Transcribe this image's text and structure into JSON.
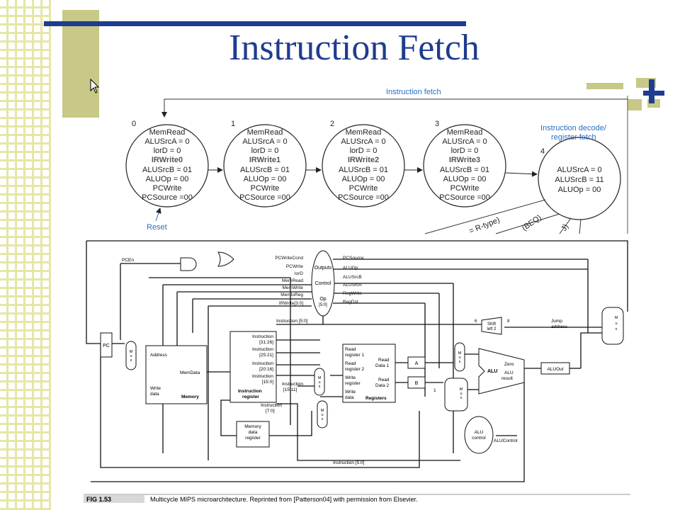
{
  "slide": {
    "title": "Instruction Fetch"
  },
  "state_diagram": {
    "header": "Instruction fetch",
    "decode_label_line1": "Instruction decode/",
    "decode_label_line2": "register fetch",
    "reset_label": "Reset",
    "states": [
      {
        "num": "0",
        "lines": [
          "MemRead",
          "ALUSrcA = 0",
          "lorD = 0",
          "IRWrite0",
          "ALUSrcB = 01",
          "ALUOp = 00",
          "PCWrite",
          "PCSource =00"
        ]
      },
      {
        "num": "1",
        "lines": [
          "MemRead",
          "ALUSrcA = 0",
          "lorD = 0",
          "IRWrite1",
          "ALUSrcB = 01",
          "ALUOp = 00",
          "PCWrite",
          "PCSource =00"
        ]
      },
      {
        "num": "2",
        "lines": [
          "MemRead",
          "ALUSrcA = 0",
          "lorD = 0",
          "IRWrite2",
          "ALUSrcB = 01",
          "ALUOp = 00",
          "PCWrite",
          "PCSource =00"
        ]
      },
      {
        "num": "3",
        "lines": [
          "MemRead",
          "ALUSrcA = 0",
          "lorD = 0",
          "IRWrite3",
          "ALUSrcB = 01",
          "ALUOp = 00",
          "PCWrite",
          "PCSource =00"
        ]
      },
      {
        "num": "4",
        "lines": [
          "ALUSrcA = 0",
          "ALUSrcB = 11",
          "ALUOp = 00"
        ]
      }
    ],
    "branch_labels": [
      "= R-type)",
      "(BEQ)",
      "J)"
    ]
  },
  "datapath": {
    "control_signals_left": [
      "PCWriteCond",
      "PCWrite",
      "IorD",
      "MemRead",
      "MemWrite",
      "MemtoReg",
      "IRWrite[3:0]"
    ],
    "control_signals_right": [
      "PCSource",
      "ALUOp",
      "ALUSrcB",
      "ALUSrcA",
      "RegWrite",
      "RegDst"
    ],
    "control_unit": {
      "outputs": "Outputs",
      "control": "Control",
      "op": "Op",
      "op_bits": "[5:0]"
    },
    "pc": "PC",
    "pcen": "PCEn",
    "memory": {
      "address": "Address",
      "memdata": "MemData",
      "write": "Write",
      "data": "data",
      "name": "Memory"
    },
    "instruction_register": {
      "fields": [
        "Instruction",
        "[31:26]",
        "Instruction",
        "[25:21]",
        "Instruction",
        "[20:16]",
        "Instruction",
        "[15:0]"
      ],
      "name_line1": "Instruction",
      "name_line2": "register",
      "field_7_0": "Instruction",
      "field_7_0_bits": "[7:0]",
      "field_15_11": "Instruction",
      "field_15_11_bits": "[15:11]"
    },
    "instruction_5_0_top": "Instruction [5:0]",
    "instruction_5_0_bottom": "Instruction [5:0]",
    "memory_data_register": [
      "Memory",
      "data",
      "register"
    ],
    "registers": {
      "read_reg1": [
        "Read",
        "register 1"
      ],
      "read_reg2": [
        "Read",
        "register 2"
      ],
      "write_reg": [
        "Write",
        "register"
      ],
      "write_data": [
        "Write",
        "data"
      ],
      "read_data1": [
        "Read",
        "Data 1"
      ],
      "read_data2": [
        "Read",
        "Data 2"
      ],
      "name": "Registers"
    },
    "reg_a": "A",
    "reg_b": "B",
    "shift_left": [
      "Shift",
      "left 2"
    ],
    "shift_bits_in": "6",
    "shift_bits_out": "8",
    "jump_address": [
      "Jump",
      "address"
    ],
    "alu": {
      "name": "ALU",
      "zero": "Zero",
      "result_line1": "ALU",
      "result_line2": "result"
    },
    "aluout": "ALUOut",
    "alu_control": [
      "ALU",
      "control"
    ],
    "alucontrol_signal": "ALUControl",
    "const_1": "1",
    "mux_letters": [
      "M",
      "u",
      "x"
    ]
  },
  "caption": {
    "label": "FIG 1.53",
    "text": "Multicycle MIPS microarchitecture. Reprinted from [Patterson04] with permission from Elsevier."
  },
  "colors": {
    "title": "#1f3c8f",
    "accent_bar": "#1f3c8f",
    "deco_tan": "#c8c888",
    "blue_label": "#2a6fc0"
  }
}
